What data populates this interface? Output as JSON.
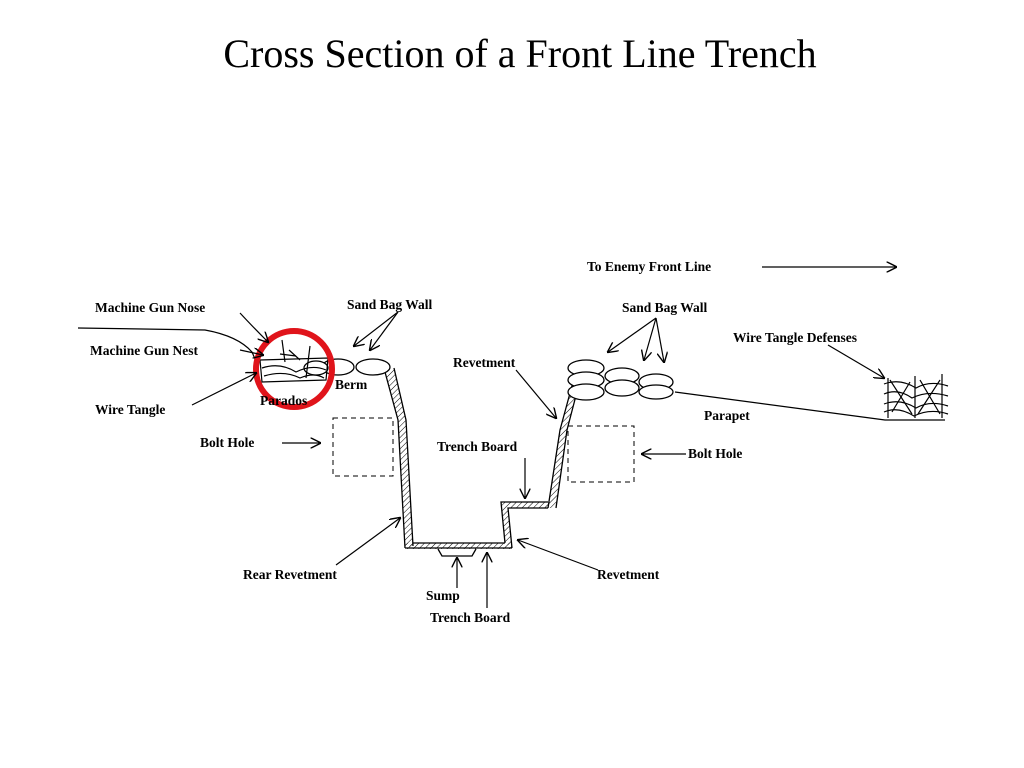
{
  "title": "Cross Section of a Front Line Trench",
  "labels": {
    "to_enemy": "To Enemy Front Line",
    "mg_nose": "Machine Gun Nose",
    "mg_nest": "Machine Gun Nest",
    "wire_tangle": "Wire Tangle",
    "sandbag_left": "Sand Bag Wall",
    "sandbag_right": "Sand Bag Wall",
    "wire_defenses": "Wire Tangle Defenses",
    "berm": "Berm",
    "parados": "Parados",
    "revetment_top": "Revetment",
    "parapet": "Parapet",
    "bolt_hole_left": "Bolt Hole",
    "bolt_hole_right": "Bolt Hole",
    "trench_board_upper": "Trench Board",
    "rear_revetment": "Rear Revetment",
    "revetment_bottom": "Revetment",
    "sump": "Sump",
    "trench_board_lower": "Trench Board"
  },
  "highlight_color": "#e0141b"
}
